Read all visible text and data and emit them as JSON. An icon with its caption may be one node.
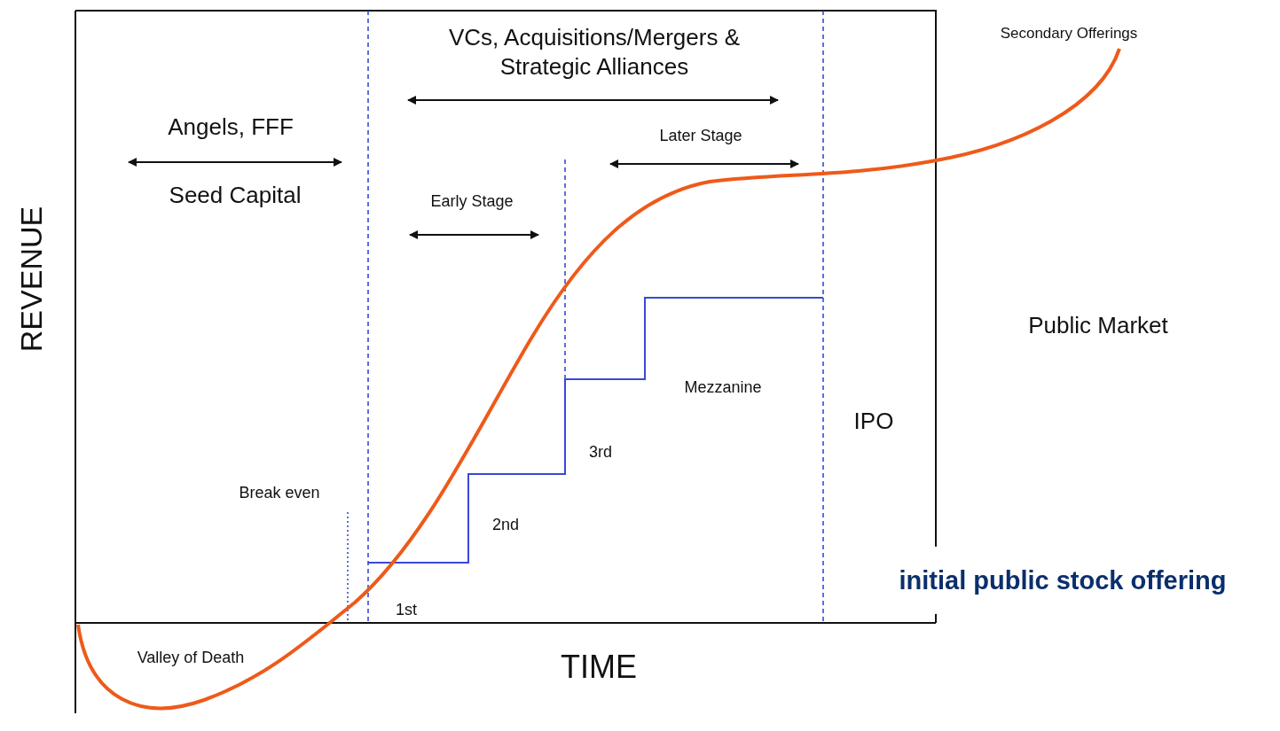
{
  "diagram": {
    "labels": [
      "Secondary Offerings",
      "VCs, Acquisitions/Mergers & Strategic Alliances",
      "Angels, FFF",
      "Later Stage",
      "Seed Capital",
      "Early Stage",
      "REVENUE",
      "Public Market",
      "Mezzanine",
      "IPO",
      "3rd",
      "Break even",
      "2nd",
      "initial public stock offering",
      "1st",
      "Valley of Death",
      "TIME"
    ]
  }
}
